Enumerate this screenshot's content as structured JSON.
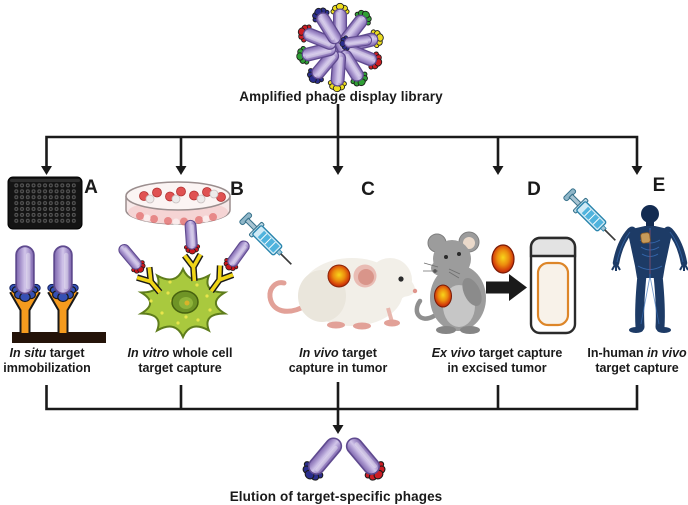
{
  "figure": {
    "title": "Amplified phage display library",
    "elution_caption": "Elution of target-specific phages"
  },
  "branches": [
    {
      "letter": "A",
      "icon_name": "microplate-icon",
      "caption": {
        "pre": "",
        "italic": "In situ",
        "rest": " target",
        "line2": "immobilization"
      }
    },
    {
      "letter": "B",
      "icon_name": "whole-cell-icon",
      "caption": {
        "pre": "",
        "italic": "In vitro",
        "rest": " whole cell",
        "line2": "target capture"
      }
    },
    {
      "letter": "C",
      "icon_name": "mouse-tumor-syringe-icon",
      "caption": {
        "pre": "",
        "italic": "In vivo",
        "rest": " target",
        "line2": "capture in tumor"
      }
    },
    {
      "letter": "D",
      "icon_name": "mouse-excised-tumor-jar-icon",
      "caption": {
        "pre": "",
        "italic": "Ex vivo",
        "rest": " target capture",
        "line2": "in excised tumor"
      }
    },
    {
      "letter": "E",
      "icon_name": "human-body-syringe-icon",
      "caption": {
        "pre": "In-human ",
        "italic": "in vivo",
        "rest": "",
        "line2": "target capture"
      }
    }
  ],
  "icons": [
    "phage-library-icon",
    "microplate-icon",
    "immobilized-target-icon",
    "petri-dish-icon",
    "whole-cell-icon",
    "syringe-icon",
    "mouse-side-icon",
    "mouse-front-icon",
    "excised-tumor-icon",
    "specimen-jar-icon",
    "human-body-icon",
    "elution-phages-icon"
  ],
  "colors": {
    "phage_body_purple": "#a693cc",
    "tip_red": "#cc1d24",
    "tip_green": "#2f9e35",
    "tip_yellow": "#ecdc1e",
    "tip_navy": "#2b2e8c",
    "antibody_orange": "#f59b1e",
    "antibody_yellow": "#f0d517",
    "target_blue": "#3550b4",
    "cell_green": "#a9c93e",
    "tumor_orange": "#e78a12",
    "mouse_white": "#f2efe8",
    "mouse_grey": "#9c9c9c",
    "human_navy": "#1d3b66",
    "syringe_blue": "#4fb3dd",
    "line_black": "#1a1a1a"
  }
}
